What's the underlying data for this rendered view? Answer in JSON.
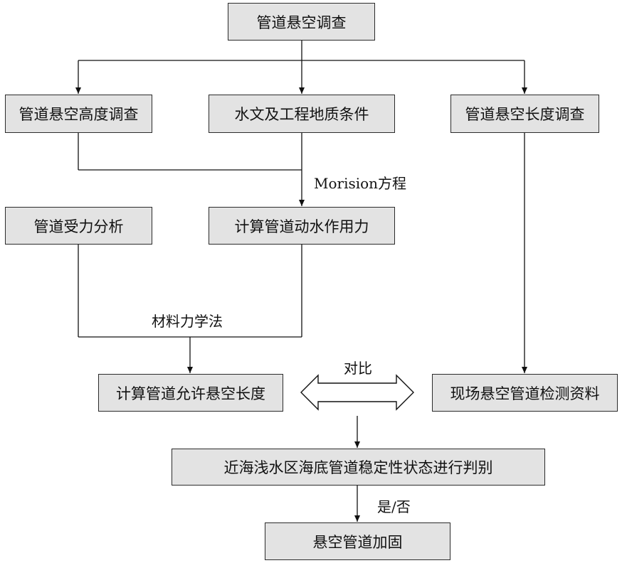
{
  "nodes": {
    "survey": "管道悬空调查",
    "height_survey": "管道悬空高度调查",
    "hydro_geo": "水文及工程地质条件",
    "length_survey": "管道悬空长度调查",
    "force_analysis": "管道受力分析",
    "hydro_force": "计算管道动水作用力",
    "allowable_length": "计算管道允许悬空长度",
    "field_data": "现场悬空管道检测资料",
    "stability_judgment": "近海浅水区海底管道稳定性状态进行判别",
    "reinforcement": "悬空管道加固"
  },
  "edge_labels": {
    "morison": "Morision方程",
    "mechanics": "材料力学法",
    "compare": "对比",
    "yes_no": "是/否"
  }
}
